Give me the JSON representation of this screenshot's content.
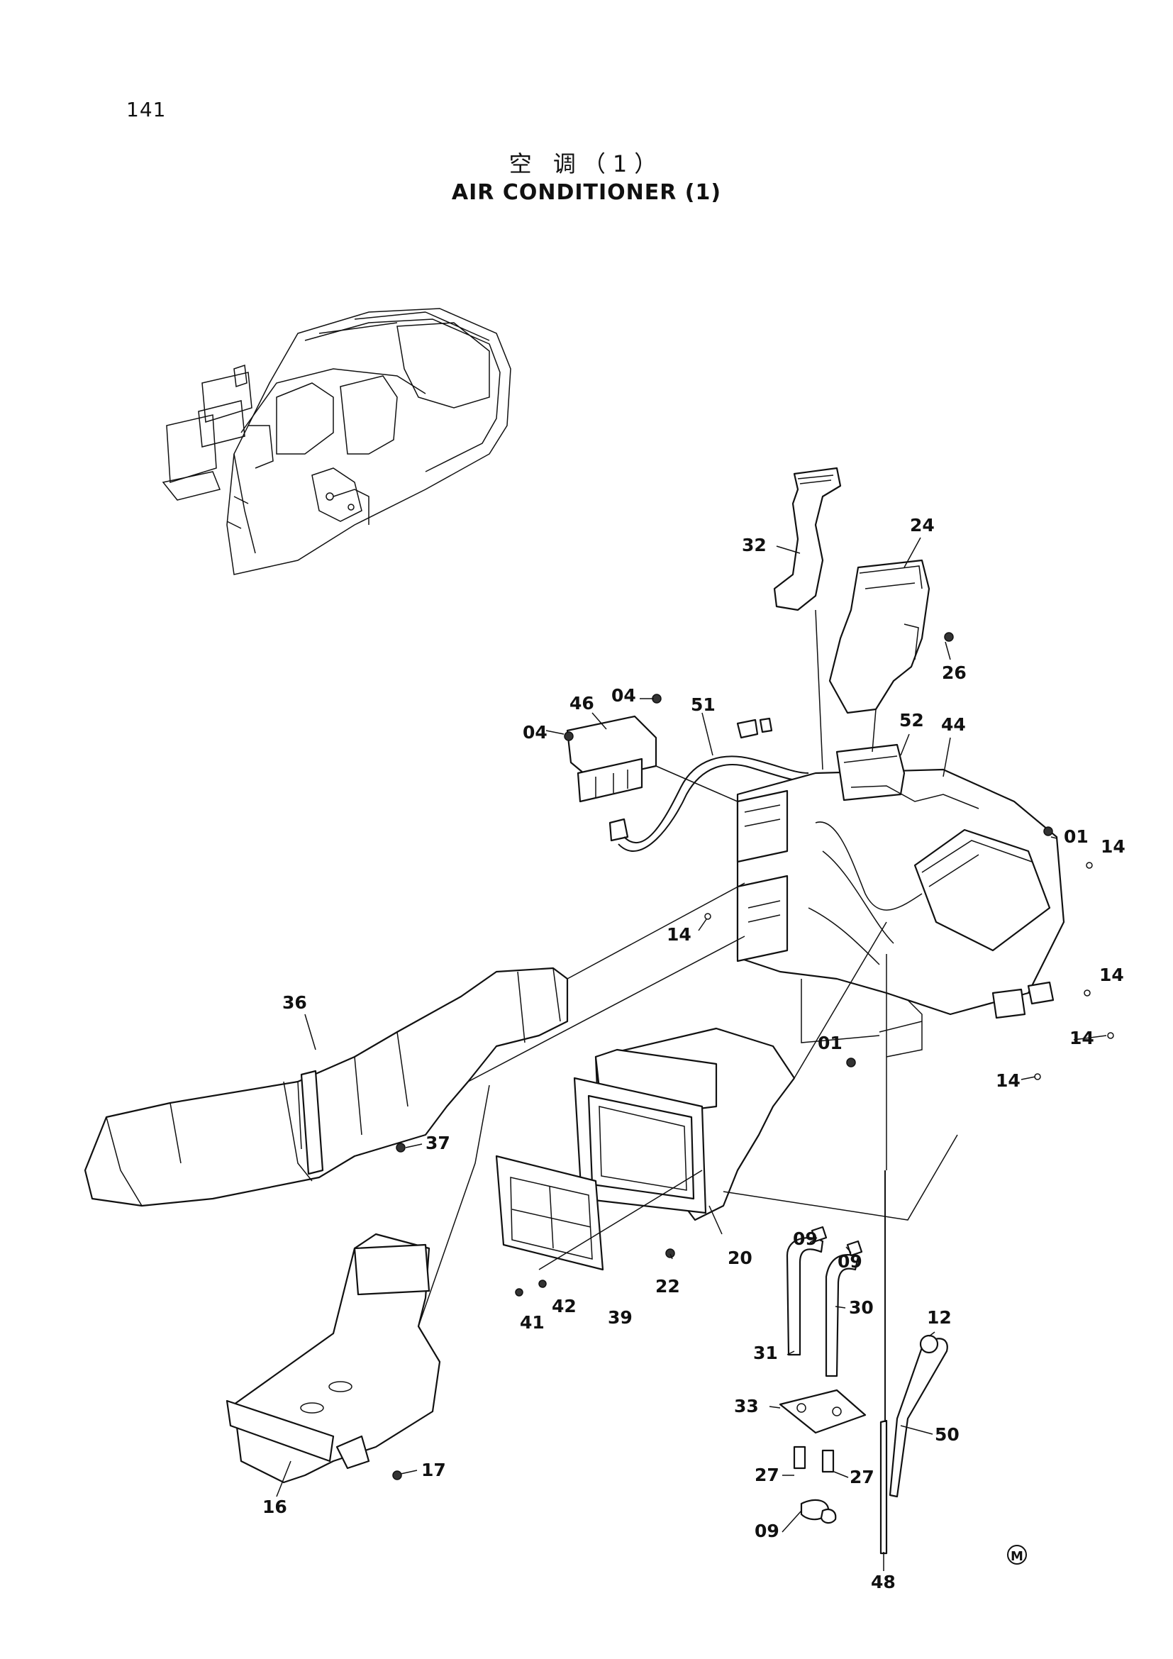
{
  "page": {
    "page_number": "141",
    "title_cn": "空 调（1）",
    "title_en": "AIR CONDITIONER (1)",
    "mark": "M"
  },
  "callouts": [
    {
      "label": "24"
    },
    {
      "label": "32"
    },
    {
      "label": "26"
    },
    {
      "label": "46"
    },
    {
      "label": "04"
    },
    {
      "label": "04"
    },
    {
      "label": "51"
    },
    {
      "label": "52"
    },
    {
      "label": "44"
    },
    {
      "label": "01"
    },
    {
      "label": "14"
    },
    {
      "label": "14"
    },
    {
      "label": "36"
    },
    {
      "label": "14"
    },
    {
      "label": "14"
    },
    {
      "label": "01"
    },
    {
      "label": "14"
    },
    {
      "label": "37"
    },
    {
      "label": "20"
    },
    {
      "label": "22"
    },
    {
      "label": "09"
    },
    {
      "label": "09"
    },
    {
      "label": "39"
    },
    {
      "label": "42"
    },
    {
      "label": "41"
    },
    {
      "label": "30"
    },
    {
      "label": "31"
    },
    {
      "label": "12"
    },
    {
      "label": "33"
    },
    {
      "label": "50"
    },
    {
      "label": "27"
    },
    {
      "label": "27"
    },
    {
      "label": "09"
    },
    {
      "label": "48"
    },
    {
      "label": "17"
    },
    {
      "label": "16"
    }
  ]
}
